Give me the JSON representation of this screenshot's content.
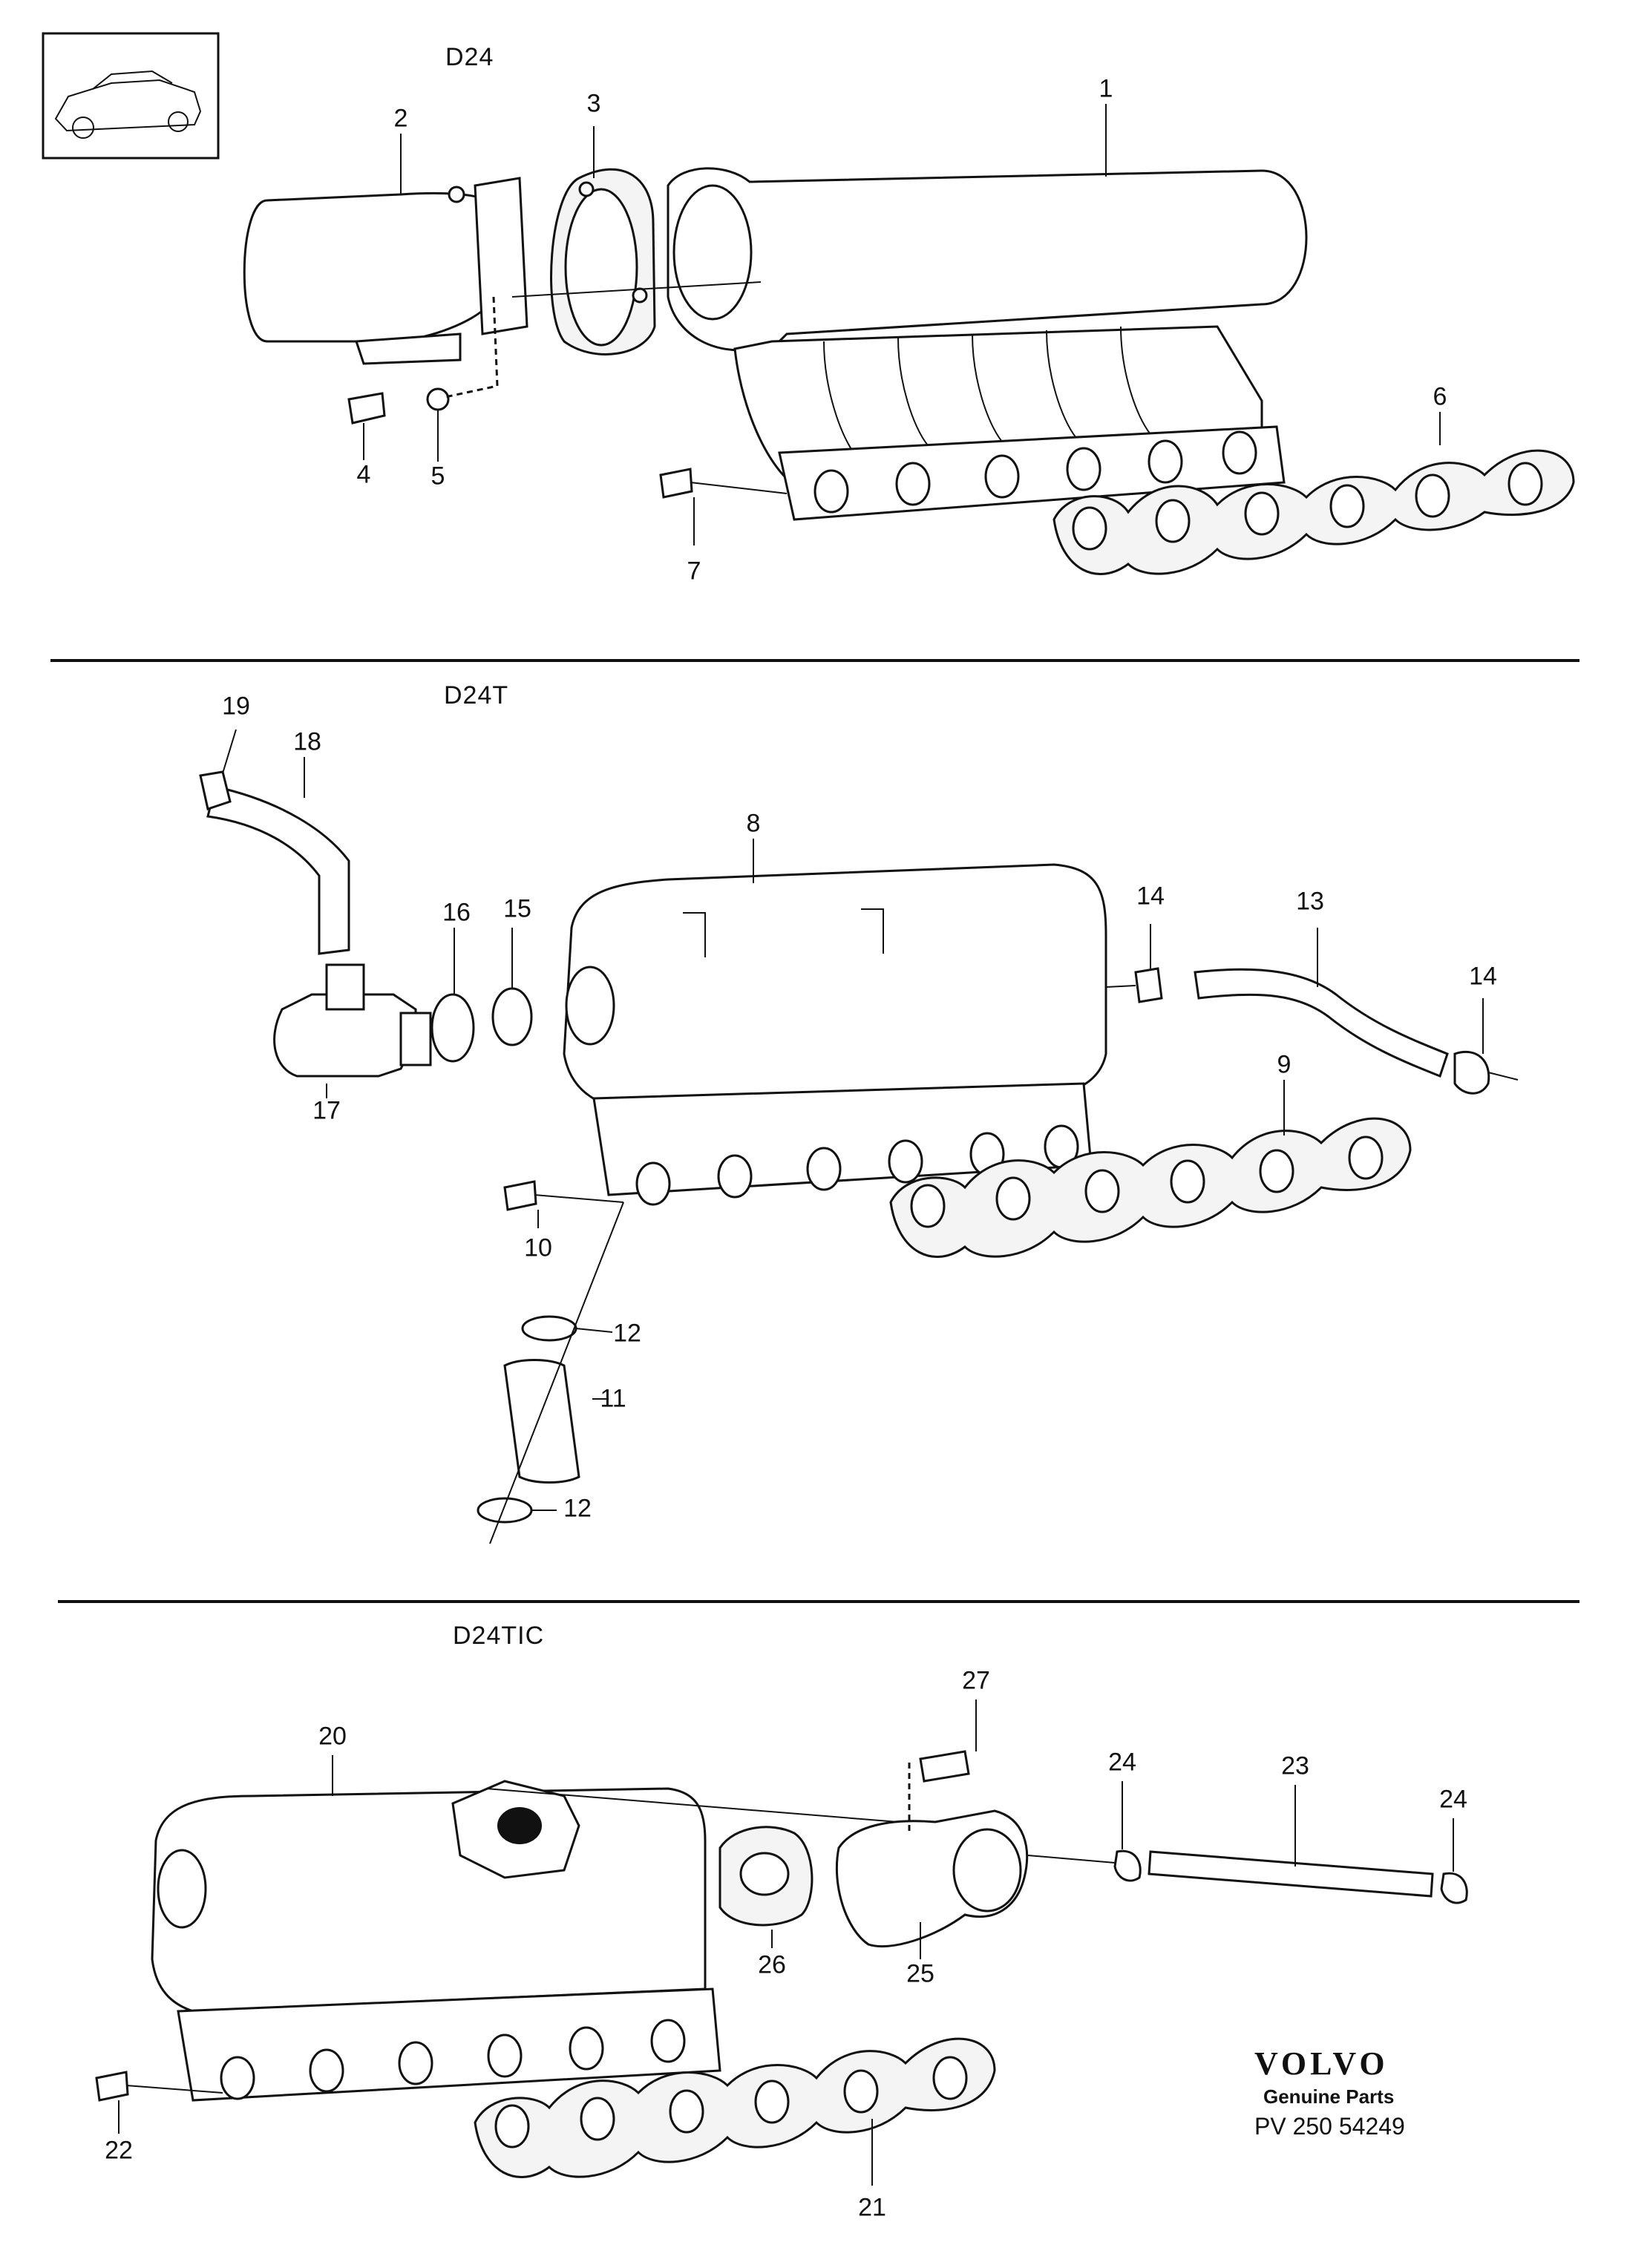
{
  "sections": [
    {
      "id": "d24",
      "label": "D24"
    },
    {
      "id": "d24t",
      "label": "D24T"
    },
    {
      "id": "d24tic",
      "label": "D24TIC"
    }
  ],
  "callouts": [
    "1",
    "2",
    "3",
    "4",
    "5",
    "6",
    "7",
    "8",
    "9",
    "10",
    "11",
    "12",
    "12",
    "13",
    "14",
    "14",
    "15",
    "16",
    "17",
    "18",
    "19",
    "20",
    "21",
    "22",
    "23",
    "24",
    "24",
    "25",
    "26",
    "27"
  ],
  "brand": {
    "logo": "VOLVO",
    "tagline": "Genuine Parts",
    "code": "PV 250 54249"
  }
}
